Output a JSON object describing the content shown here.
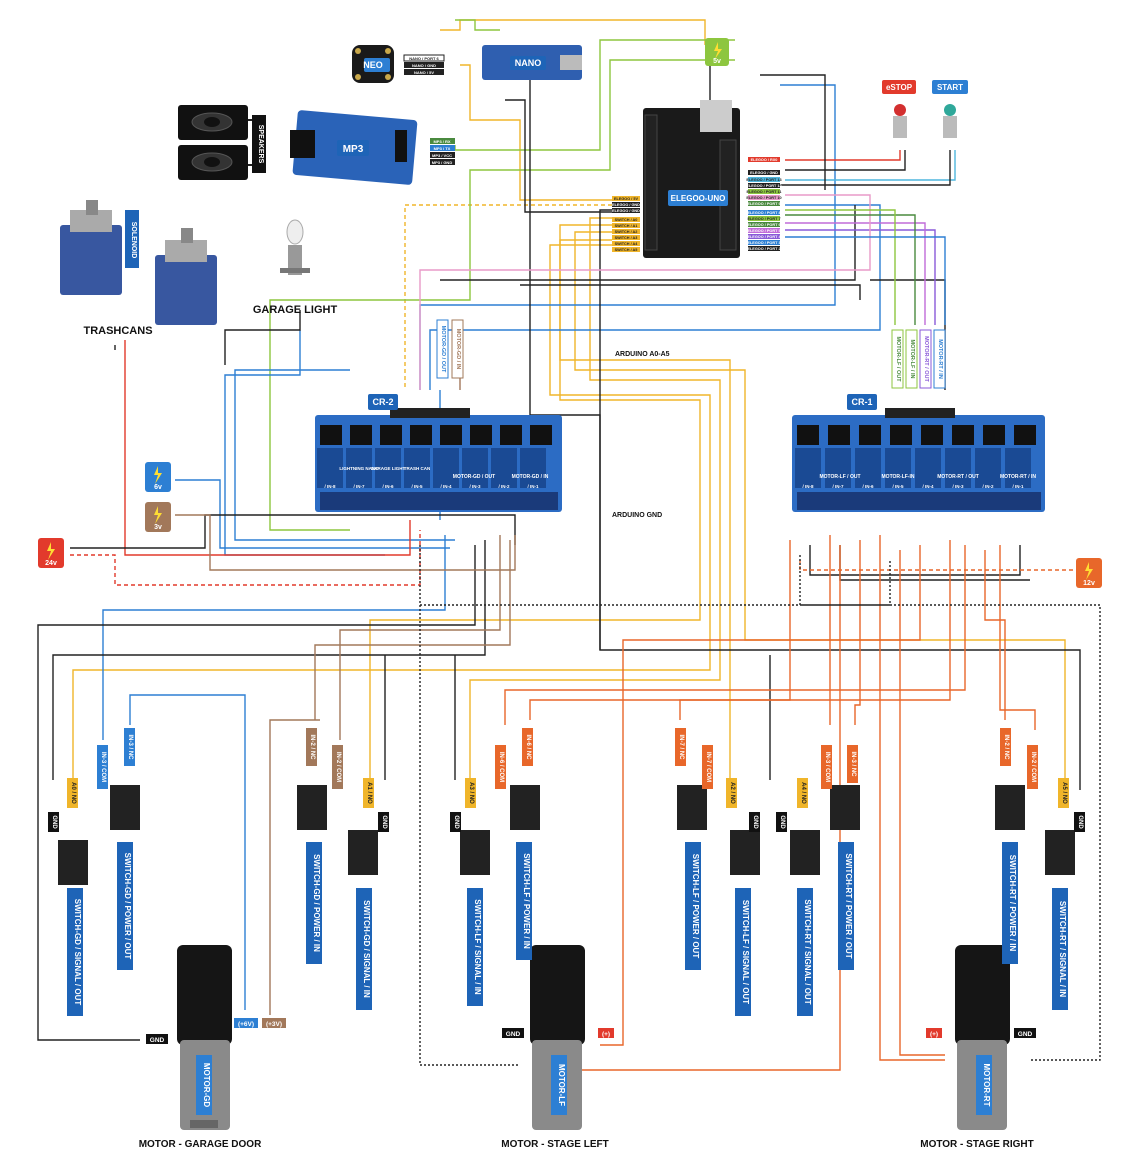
{
  "components": {
    "neo": "NEO",
    "nano": "NANO",
    "nano_pins": [
      "NANO / PORT 6",
      "NANO / GND",
      "NANO / 5V"
    ],
    "mp3": "MP3",
    "mp3_pins": [
      "MP3 / RX",
      "MP3 / TX",
      "MP3 / VCC",
      "MP3 / GND"
    ],
    "speakers": "SPEAKERS",
    "solenoid": "SOLENOID",
    "trashcans": "TRASHCANS",
    "garage_light": "GARAGE LIGHT",
    "elegoo": "ELEGOO-UNO",
    "estop": "eSTOP",
    "start": "START",
    "cr2": "CR-2",
    "cr1": "CR-1",
    "arduino_a0a5": "ARDUINO A0-A5",
    "arduino_gnd": "ARDUINO GND"
  },
  "power": {
    "p5v": "5v",
    "p6v": "6v",
    "p3v": "3v",
    "p24v": "24v",
    "p12v": "12v"
  },
  "uno_pins_left": [
    "ELEGOO / 5V",
    "ELEGOO / GND",
    "ELEGOO / GND",
    "SWITCH / A0",
    "SWITCH / A1",
    "SWITCH / A2",
    "SWITCH / A3",
    "SWITCH / A4",
    "SWITCH / A5"
  ],
  "uno_pins_right": [
    "ELEGOO / RX0",
    "ELEGOO / GND",
    "ELEGOO / PORT 13",
    "ELEGOO / PORT 12",
    "ELEGOO / PORT 11",
    "ELEGOO / PORT 10",
    "ELEGOO / PORT 9",
    "ELEGOO / PORT 8",
    "ELEGOO / PORT 7",
    "ELEGOO / PORT 6",
    "ELEGOO / PORT 5",
    "ELEGOO / PORT 4",
    "ELEGOO / PORT 3",
    "ELEGOO / PORT 2"
  ],
  "cr2_relays": {
    "lightning": "LIGHTNING NANO",
    "garage": "GARAGE LIGHT",
    "trash": "TRASH CAN",
    "motor_gd_out": "MOTOR-GD / OUT",
    "motor_gd_in": "MOTOR-GD / IN",
    "ins": [
      "/ IN-8",
      "/ IN-7",
      "/ IN-6",
      "/ IN-5",
      "/ IN-4",
      "/ IN-3",
      "/ IN-2",
      "/ IN-1"
    ]
  },
  "cr1_relays": {
    "lf_out": "MOTOR-LF / OUT",
    "lf_in": "MOTOR-LF-IN",
    "rt_out": "MOTOR-RT / OUT",
    "rt_in": "MOTOR-RT / IN",
    "ins": [
      "/ IN-8",
      "/ IN-7",
      "/ IN-6",
      "/ IN-5",
      "/ IN-4",
      "/ IN-3",
      "/ IN-2",
      "/ IN-1"
    ]
  },
  "cr2_vertical_labels": [
    "MOTOR-GD / OUT",
    "MOTOR-GD / IN"
  ],
  "cr1_vertical_labels": [
    "MOTOR-LF / OUT",
    "MOTOR-LF / IN",
    "MOTOR-RT / OUT",
    "MOTOR-RT / IN"
  ],
  "switch_labels": {
    "gd_sig_out": "SWITCH-GD / SIGNAL / OUT",
    "gd_pow_out": "SWITCH-GD / POWER / OUT",
    "gd_pow_in": "SWITCH-GD / POWER / IN",
    "gd_sig_in": "SWITCH-GD / SIGNAL / IN",
    "lf_sig_in": "SWITCH-LF / SIGNAL / IN",
    "lf_pow_in": "SWITCH-LF / POWER / IN",
    "lf_pow_out": "SWITCH-LF / POWER / OUT",
    "lf_sig_out": "SWITCH-LF / SIGNAL / OUT",
    "rt_sig_out": "SWITCH-RT / SIGNAL / OUT",
    "rt_pow_out": "SWITCH-RT / POWER / OUT",
    "rt_pow_in": "SWITCH-RT / POWER / IN",
    "rt_sig_in": "SWITCH-RT / SIGNAL / IN"
  },
  "switch_pins": {
    "gnd": "GND",
    "a0": "A0 / NO",
    "in3com": "IN-3 / COM",
    "in3nc": "IN-3 / NC",
    "in2nc": "IN-2 / NC",
    "in2com": "IN-2 / COM",
    "a1": "A1 / NO",
    "a3": "A3 / NO",
    "in6com": "IN-6 / COM",
    "in6nc": "IN-6 / NC",
    "in7nc": "IN-7 / NC",
    "in7com": "IN-7 / COM",
    "a2": "A2 / NO",
    "a4": "A4 / NO",
    "in3com_b": "IN-3 / COM",
    "in3nc_b": "IN-3 / NC",
    "in2nc_b": "IN-2 / NC",
    "in2com_b": "IN-2 / COM",
    "a5": "A5 / NO"
  },
  "motors": {
    "gd": "MOTOR-GD",
    "lf": "MOTOR-LF",
    "rt": "MOTOR-RT",
    "gd_caption": "MOTOR - GARAGE DOOR",
    "lf_caption": "MOTOR - STAGE LEFT",
    "rt_caption": "MOTOR - STAGE RIGHT",
    "gnd": "GND",
    "plus6": "(+6V)",
    "plus3": "(+3V)",
    "plus": "(+)"
  },
  "colors": {
    "blue": "#2d7fd3",
    "orange": "#e8672a",
    "yellow": "#f0b52a",
    "brown": "#a2785a",
    "green_light": "#8dc63f",
    "red": "#e23a2c",
    "dark": "#1b1b1b"
  }
}
